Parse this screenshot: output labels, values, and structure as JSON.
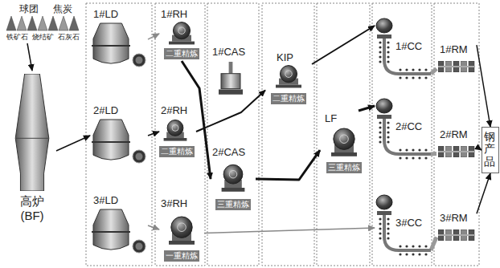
{
  "diagram": {
    "nodes": [
      {
        "text": [
          "球团",
          "焦炭",
          "铁矿石",
          "烧结矿",
          "石灰石"
        ]
      },
      {
        "text": [
          "高炉 (BF)"
        ]
      },
      {
        "text": [
          "1#LD"
        ]
      },
      {
        "text": [
          "2#LD"
        ]
      },
      {
        "text": [
          "3#LD"
        ]
      },
      {
        "text": [
          "1#RH",
          "二重精炼"
        ]
      },
      {
        "text": [
          "2#RH",
          "二重精炼"
        ]
      },
      {
        "text": [
          "3#RH",
          "一重精炼"
        ]
      },
      {
        "text": [
          "1#CAS"
        ]
      },
      {
        "text": [
          "2#CAS",
          "三重精炼"
        ]
      },
      {
        "text": [
          "KIP",
          "二重精炼"
        ]
      },
      {
        "text": [
          "LF",
          "三重精炼"
        ]
      },
      {
        "text": [
          "1#CC"
        ]
      },
      {
        "text": [
          "2#CC"
        ]
      },
      {
        "text": [
          "3#CC"
        ]
      },
      {
        "text": [
          "1#RM"
        ]
      },
      {
        "text": [
          "2#RM"
        ]
      },
      {
        "text": [
          "3#RM"
        ]
      },
      {
        "text": [
          "钢产品"
        ]
      }
    ],
    "edges": [
      {
        "from": 0,
        "to": 1,
        "arrow": "to"
      },
      {
        "from": 1,
        "to": 3,
        "arrow": "to"
      },
      {
        "from": 2,
        "to": 5,
        "arrow": "to"
      },
      {
        "from": 3,
        "to": 6,
        "arrow": "to"
      },
      {
        "from": 4,
        "to": 7,
        "arrow": "to"
      },
      {
        "from": 5,
        "to": 9,
        "arrow": "to"
      },
      {
        "from": 6,
        "to": 10,
        "arrow": "to"
      },
      {
        "from": 10,
        "to": 12,
        "arrow": "to"
      },
      {
        "from": 9,
        "to": 11,
        "arrow": "to"
      },
      {
        "from": 11,
        "to": 13,
        "arrow": "to"
      },
      {
        "from": 7,
        "to": 14,
        "arrow": "to"
      },
      {
        "from": 12,
        "to": 15,
        "arrow": "none"
      },
      {
        "from": 13,
        "to": 16,
        "arrow": "none"
      },
      {
        "from": 14,
        "to": 17,
        "arrow": "none"
      },
      {
        "from": 15,
        "to": 18,
        "arrow": "to"
      },
      {
        "from": 16,
        "to": 18,
        "arrow": "to"
      },
      {
        "from": 17,
        "to": 18,
        "arrow": "to"
      }
    ]
  }
}
